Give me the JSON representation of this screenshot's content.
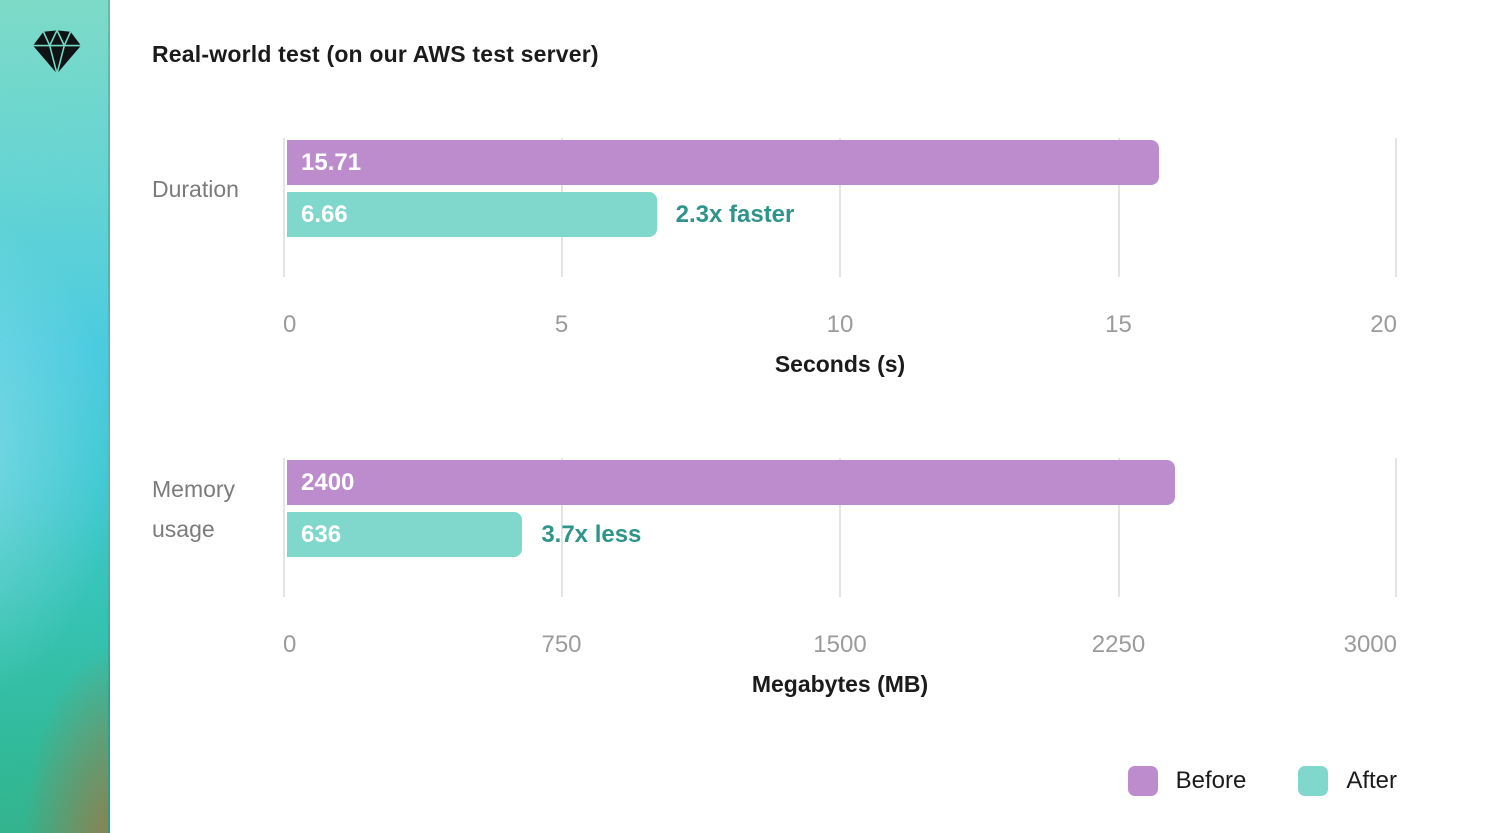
{
  "title": "Real-world test (on our AWS test server)",
  "sidebar": {
    "logo": "sketch-diamond-logo"
  },
  "colors": {
    "before": "#bd8ccd",
    "after": "#80d7cc",
    "annotation": "#2f948a",
    "category_label": "#7b7b7b",
    "tick_label": "#9b9b9b",
    "gridline": "#e4e4e4",
    "text": "#1b1b1b",
    "sidebar_gradient": [
      "#7bdcc8",
      "#47cce1",
      "#2eb38b"
    ]
  },
  "legend": {
    "items": [
      {
        "label": "Before",
        "color": "#bd8ccd"
      },
      {
        "label": "After",
        "color": "#80d7cc"
      }
    ],
    "position": "bottom-right"
  },
  "chart_data": [
    {
      "type": "bar",
      "orientation": "horizontal",
      "category": "Duration",
      "series": [
        {
          "name": "Before",
          "value": 15.71,
          "label": "15.71"
        },
        {
          "name": "After",
          "value": 6.66,
          "label": "6.66"
        }
      ],
      "annotation": "2.3x faster",
      "xlabel": "Seconds (s)",
      "xlim": [
        0,
        20
      ],
      "ticks": [
        0,
        5,
        10,
        15,
        20
      ],
      "tick_labels": [
        "0",
        "5",
        "10",
        "15",
        "20"
      ],
      "grid": true,
      "legend_position": "bottom-right"
    },
    {
      "type": "bar",
      "orientation": "horizontal",
      "category": "Memory usage",
      "series": [
        {
          "name": "Before",
          "value": 2400,
          "label": "2400"
        },
        {
          "name": "After",
          "value": 636,
          "label": "636"
        }
      ],
      "annotation": "3.7x less",
      "xlabel": "Megabytes (MB)",
      "xlim": [
        0,
        3000
      ],
      "ticks": [
        0,
        750,
        1500,
        2250,
        3000
      ],
      "tick_labels": [
        "0",
        "750",
        "1500",
        "2250",
        "3000"
      ],
      "grid": true,
      "legend_position": "bottom-right"
    }
  ]
}
